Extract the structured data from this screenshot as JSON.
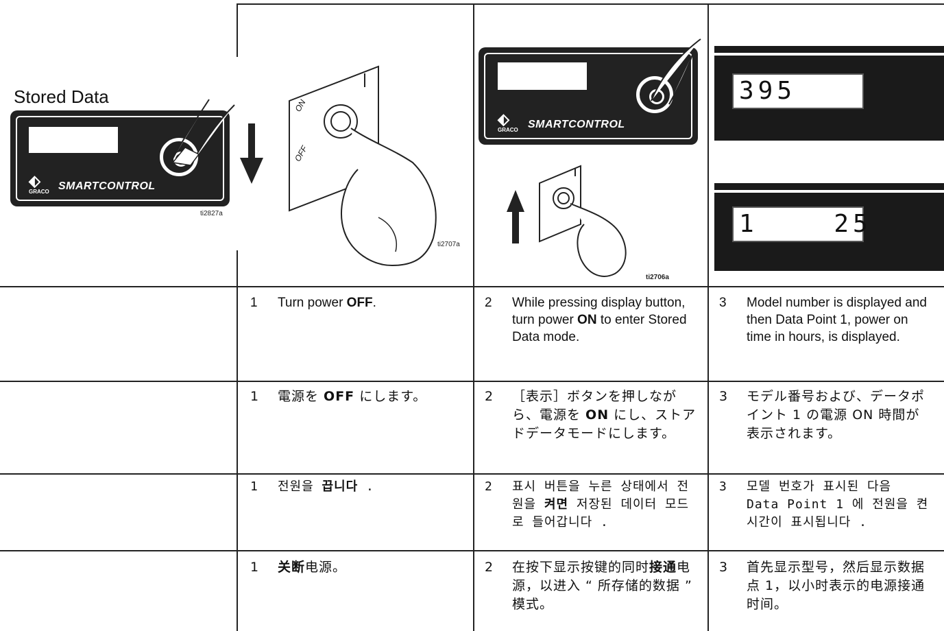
{
  "figures": {
    "panel1": {
      "title": "Stored Data",
      "brand": "SMARTCONTROL",
      "logo_text": "GRACO",
      "tag": "ti2827a",
      "arrow": "down-arrow"
    },
    "panel2": {
      "switch_on": "ON",
      "switch_off": "OFF",
      "tag": "ti2707a"
    },
    "panel3": {
      "brand": "SMARTCONTROL",
      "logo_text": "GRACO",
      "tag": "ti2706a",
      "arrow": "up-arrow"
    },
    "panel4": {
      "display1": "395",
      "display2": "1    25"
    }
  },
  "rows": {
    "en": [
      {
        "num": "1",
        "pre": "Turn power ",
        "bold": "OFF",
        "post": "."
      },
      {
        "num": "2",
        "pre": "While pressing display button, turn power ",
        "bold": "ON",
        "post": " to enter Stored Data mode."
      },
      {
        "num": "3",
        "pre": "Model number is displayed and then Data Point 1, power on time in hours, is displayed.",
        "bold": "",
        "post": ""
      }
    ],
    "ja": [
      {
        "num": "1",
        "pre": "電源を ",
        "bold": "OFF",
        "post": " にします。"
      },
      {
        "num": "2",
        "pre": "［表示］ボタンを押しながら、電源を ",
        "bold": "ON",
        "post": " にし、ストアドデータモードにします。"
      },
      {
        "num": "3",
        "pre": "モデル番号および、データポイント 1 の電源 ON 時間が表示されます。",
        "bold": "",
        "post": ""
      }
    ],
    "ko": [
      {
        "num": "1",
        "pre": "전원을 ",
        "bold": "끕니다",
        "post": " ."
      },
      {
        "num": "2",
        "pre": "표시 버튼을 누른 상태에서 전원을 ",
        "bold": "켜면",
        "post": " 저장된 데이터 모드로 들어갑니다 ."
      },
      {
        "num": "3",
        "pre": "모델 번호가 표시된 다음 Data Point 1 에 전원을 켠 시간이 표시됩니다 .",
        "bold": "",
        "post": ""
      }
    ],
    "zh": [
      {
        "num": "1",
        "pre": "",
        "bold": "关断",
        "post": "电源。"
      },
      {
        "num": "2",
        "pre": "在按下显示按键的同时",
        "bold": "接通",
        "post": "电源，以进入 “ 所存储的数据 ” 模式。"
      },
      {
        "num": "3",
        "pre": "首先显示型号，然后显示数据点 1，以小时表示的电源接通时间。",
        "bold": "",
        "post": ""
      }
    ]
  },
  "colors": {
    "ink": "#222222",
    "panel": "#222222"
  }
}
